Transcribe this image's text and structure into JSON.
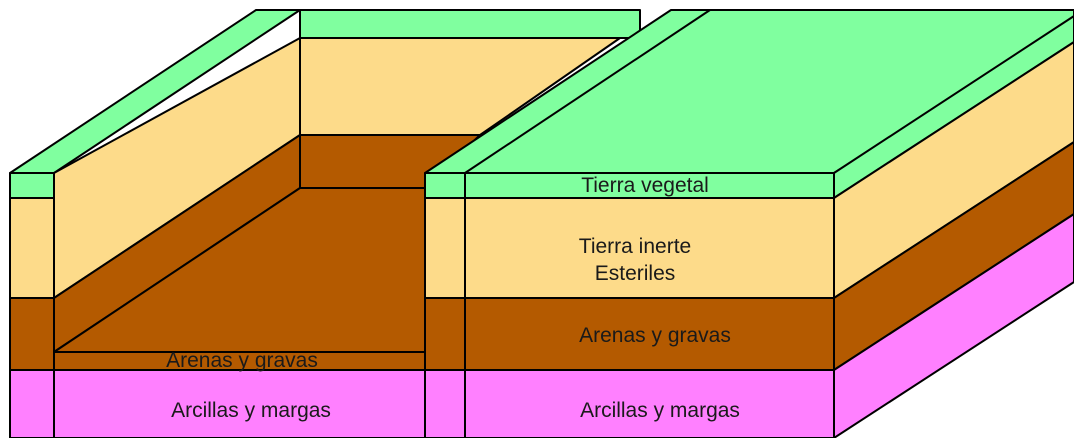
{
  "labels": {
    "right_top": "Tierra vegetal",
    "right_middle_line1": "Tierra inerte",
    "right_middle_line2": "Esteriles",
    "right_sand": "Arenas y gravas",
    "right_clay": "Arcillas y margas",
    "left_sand": "Arenas y gravas",
    "left_clay": "Arcillas y margas"
  },
  "colors": {
    "vegetal": "#80ff9f",
    "inerte": "#fddb8a",
    "arenas": "#b45a00",
    "arcillas": "#ff80ff",
    "outline": "#000000"
  }
}
